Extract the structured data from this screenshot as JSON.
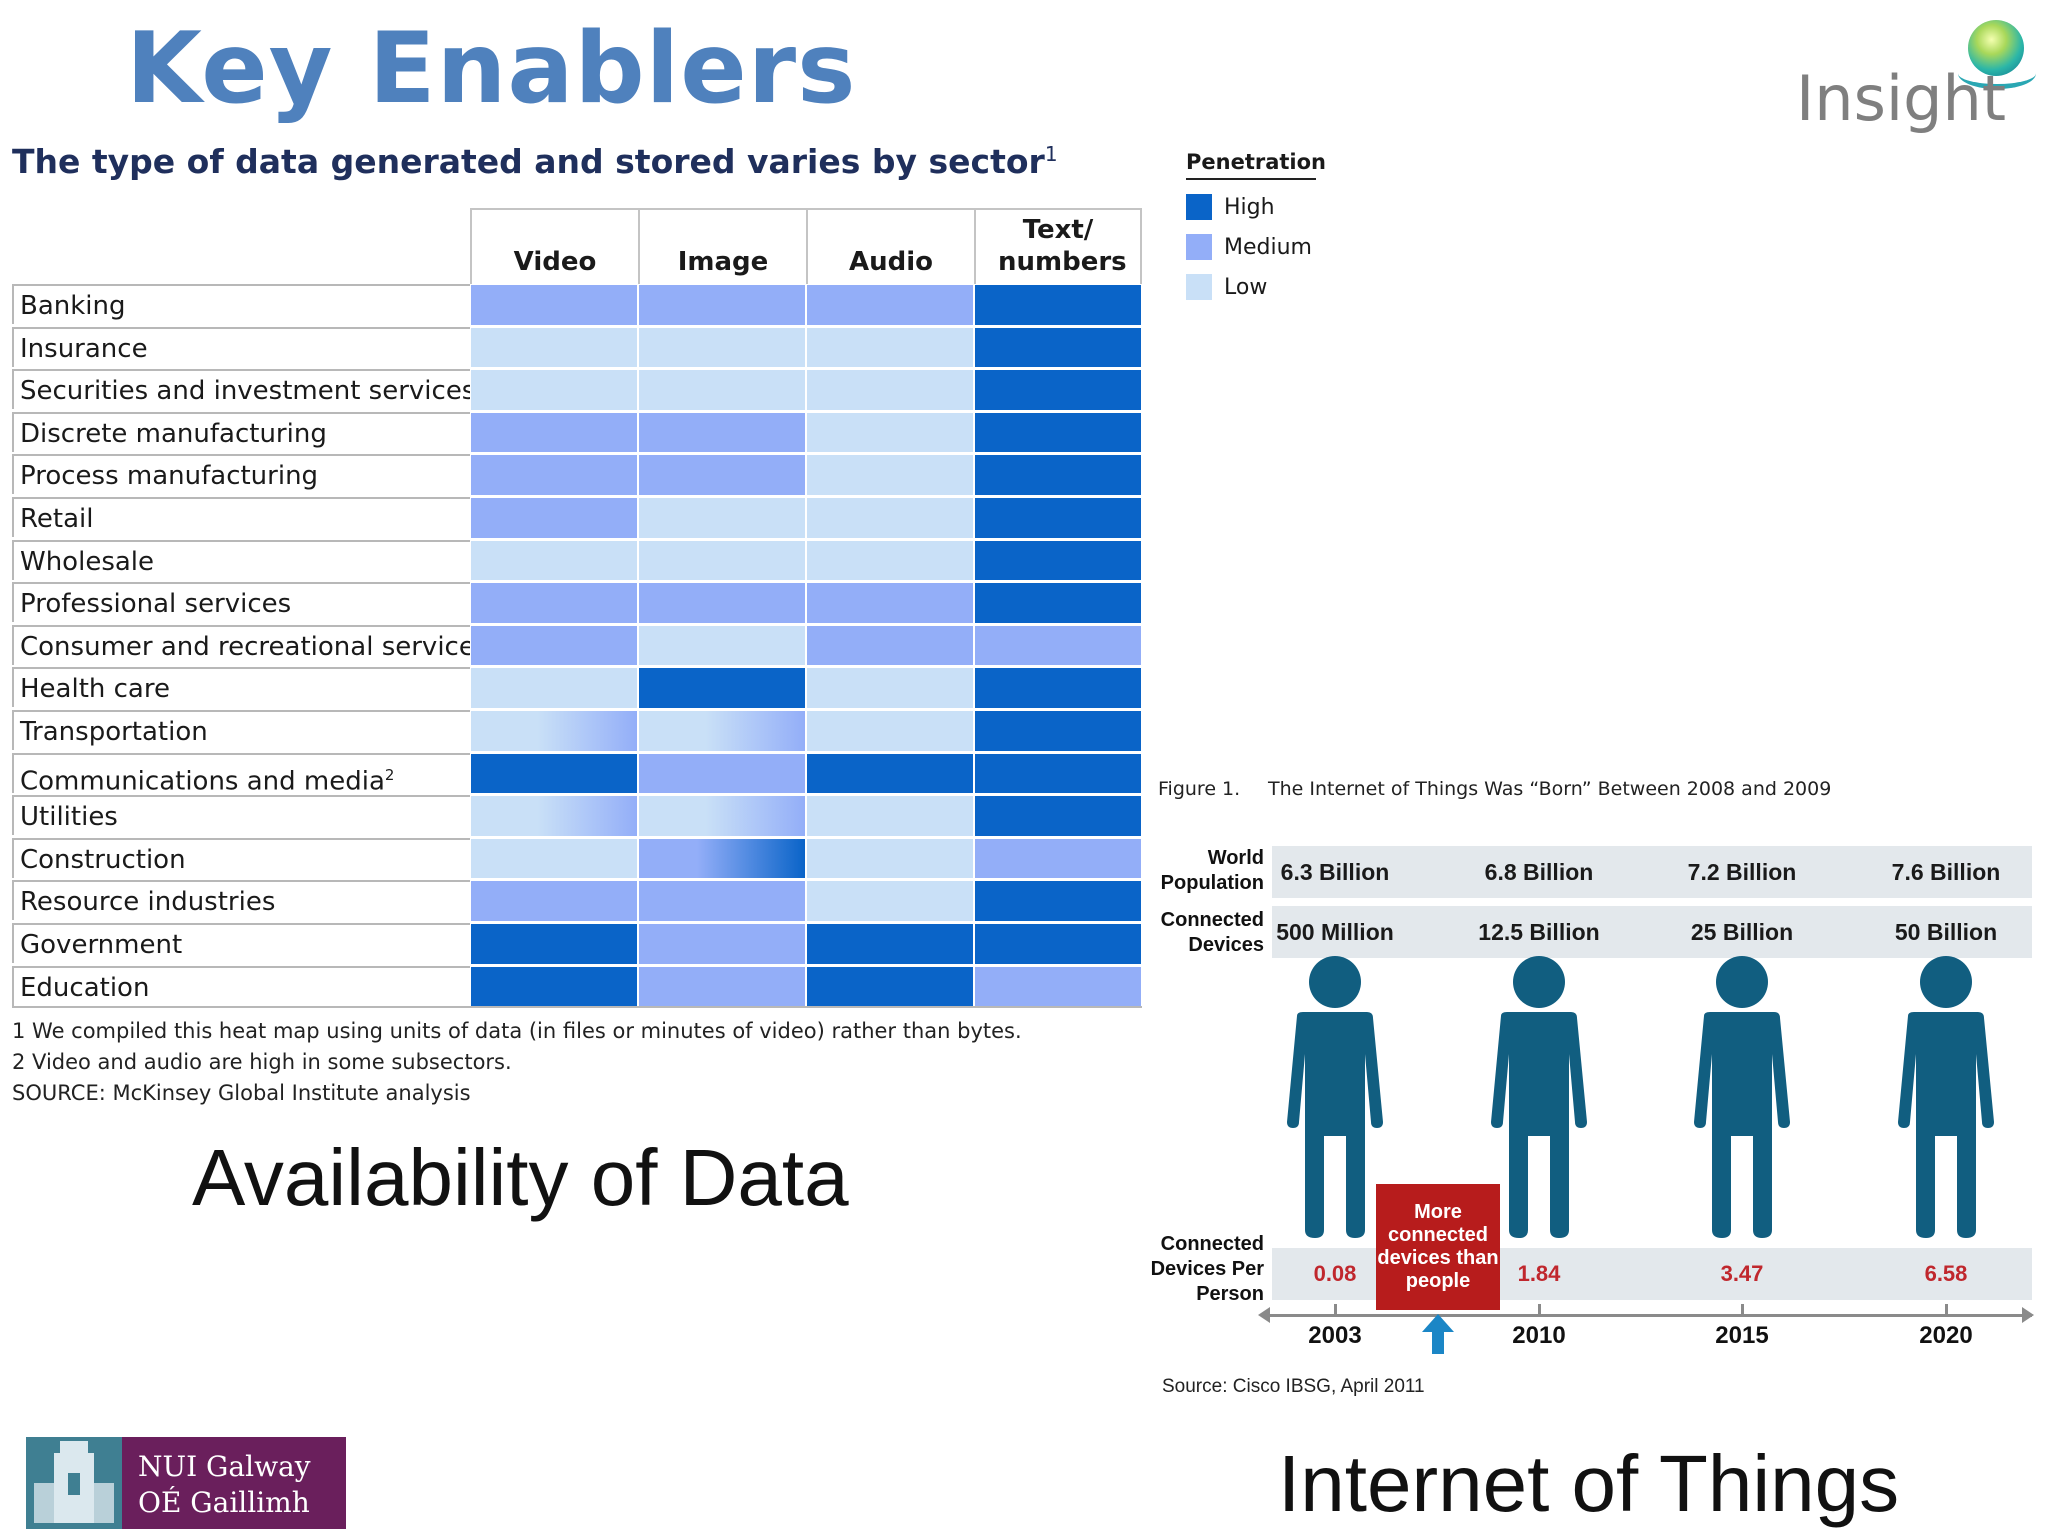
{
  "slide": {
    "title": "Key Enablers",
    "logo_text": "Insight",
    "caption_left": "Availability of Data",
    "caption_right": "Internet of Things"
  },
  "heatmap": {
    "subtitle": "The type of data generated and stored varies by sector",
    "subtitle_sup": "1",
    "columns": [
      "Video",
      "Image",
      "Audio",
      "Text/ numbers"
    ],
    "rows": [
      {
        "label": "Banking",
        "levels": [
          "medium",
          "medium",
          "medium",
          "high"
        ]
      },
      {
        "label": "Insurance",
        "levels": [
          "low",
          "low",
          "low",
          "high"
        ]
      },
      {
        "label": "Securities and investment services",
        "levels": [
          "low",
          "low",
          "low",
          "high"
        ]
      },
      {
        "label": "Discrete manufacturing",
        "levels": [
          "medium",
          "medium",
          "low",
          "high"
        ]
      },
      {
        "label": "Process manufacturing",
        "levels": [
          "medium",
          "medium",
          "low",
          "high"
        ]
      },
      {
        "label": "Retail",
        "levels": [
          "medium",
          "low",
          "low",
          "high"
        ]
      },
      {
        "label": "Wholesale",
        "levels": [
          "low",
          "low",
          "low",
          "high"
        ]
      },
      {
        "label": "Professional services",
        "levels": [
          "medium",
          "medium",
          "medium",
          "high"
        ]
      },
      {
        "label": "Consumer and recreational services",
        "levels": [
          "medium",
          "low",
          "medium",
          "medium"
        ]
      },
      {
        "label": "Health care",
        "levels": [
          "low",
          "high",
          "low",
          "high"
        ]
      },
      {
        "label": "Transportation",
        "levels": [
          "low-medium",
          "low-medium",
          "low",
          "high"
        ]
      },
      {
        "label": "Communications and media",
        "sup": "2",
        "levels": [
          "high",
          "medium",
          "high",
          "high"
        ]
      },
      {
        "label": "Utilities",
        "levels": [
          "low-medium",
          "low-medium",
          "low",
          "high"
        ]
      },
      {
        "label": "Construction",
        "levels": [
          "low",
          "medium-high",
          "low",
          "medium"
        ]
      },
      {
        "label": "Resource industries",
        "levels": [
          "medium",
          "medium",
          "low",
          "high"
        ]
      },
      {
        "label": "Government",
        "levels": [
          "high",
          "medium",
          "high",
          "high"
        ]
      },
      {
        "label": "Education",
        "levels": [
          "high",
          "medium",
          "high",
          "medium"
        ]
      }
    ],
    "notes": [
      "1  We compiled this heat map using units of data (in files or minutes of video) rather than bytes.",
      "2  Video and audio are high in some subsectors.",
      "SOURCE: McKinsey Global Institute analysis"
    ],
    "legend": {
      "title": "Penetration",
      "items": [
        {
          "label": "High",
          "color": "#0a64c8"
        },
        {
          "label": "Medium",
          "color": "#93aef8"
        },
        {
          "label": "Low",
          "color": "#c9e0f7"
        }
      ]
    }
  },
  "iot": {
    "figure_number": "Figure 1.",
    "figure_title": "The Internet of Things Was “Born” Between 2008 and 2009",
    "world_population_label": "World Population",
    "connected_devices_label": "Connected Devices",
    "per_person_label": "Connected Devices Per Person",
    "years": [
      "2003",
      "2010",
      "2015",
      "2020"
    ],
    "world_population": [
      "6.3 Billion",
      "6.8 Billion",
      "7.2 Billion",
      "7.6 Billion"
    ],
    "connected_devices": [
      "500 Million",
      "12.5 Billion",
      "25 Billion",
      "50 Billion"
    ],
    "devices_per_person": [
      "0.08",
      "1.84",
      "3.47",
      "6.58"
    ],
    "callout": "More connected devices than people",
    "source": "Source: Cisco IBSG, April 2011",
    "person_color": "#115e80",
    "callout_color": "#b71c1c"
  },
  "nui_logo": {
    "line1": "NUI Galway",
    "line2": "OÉ Gaillimh"
  }
}
